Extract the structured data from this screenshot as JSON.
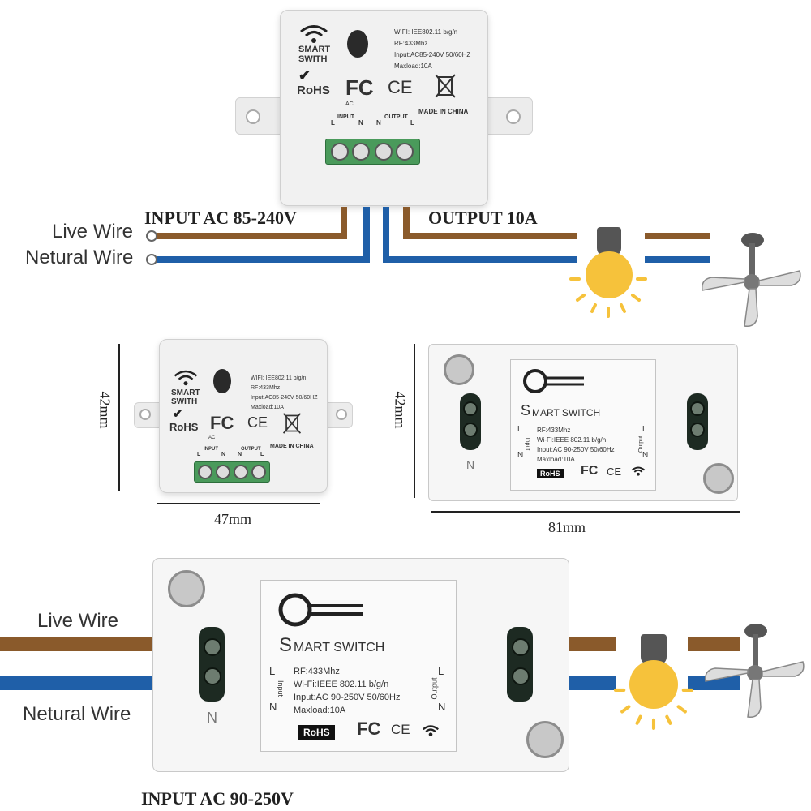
{
  "top": {
    "device": {
      "brand_line1": "SMART",
      "brand_line2": "SWITH",
      "spec1": "WIFI: IEE802.11 b/g/n",
      "spec2": "RF:433Mhz",
      "spec3": "Input:AC85-240V 50/60HZ",
      "spec4": "Maxload:10A",
      "rohs": "RoHS",
      "fc": "FC",
      "ce": "CE",
      "ac": "AC",
      "input": "INPUT",
      "output": "OUTPUT",
      "L": "L",
      "N": "N",
      "made_in": "MADE IN CHINA"
    },
    "input_label": "INPUT AC 85-240V",
    "output_label": "OUTPUT 10A",
    "live_wire": "Live Wire",
    "neutral_wire": "Netural Wire"
  },
  "middle": {
    "small": {
      "brand_line1": "SMART",
      "brand_line2": "SWITH",
      "spec1": "WIFI: IEE802.11 b/g/n",
      "spec2": "RF:433Mhz",
      "spec3": "Input:AC85-240V 50/60HZ",
      "spec4": "Maxload:10A",
      "rohs": "RoHS",
      "fc": "FC",
      "ce": "CE",
      "ac": "AC",
      "input": "INPUT",
      "output": "OUTPUT",
      "L": "L",
      "N": "N",
      "made_in": "MADE IN CHINA",
      "height": "42mm",
      "width": "47mm"
    },
    "large": {
      "title_s": "S",
      "title_rest": "MART SWITCH",
      "rf": "RF:433Mhz",
      "wifi": "Wi-Fi:IEEE 802.11 b/g/n",
      "input": "Input:AC 90-250V 50/60Hz",
      "maxload": "Maxload:10A",
      "rohs": "RoHS",
      "fc": "FC",
      "ce": "CE",
      "L": "L",
      "N": "N",
      "input_side": "Input",
      "output_side": "Output",
      "height": "42mm",
      "width": "81mm"
    }
  },
  "bottom": {
    "live_wire": "Live Wire",
    "neutral_wire": "Netural Wire",
    "title_s": "S",
    "title_rest": "MART SWITCH",
    "rf": "RF:433Mhz",
    "wifi": "Wi-Fi:IEEE 802.11 b/g/n",
    "input": "Input:AC 90-250V 50/60Hz",
    "maxload": "Maxload:10A",
    "rohs": "RoHS",
    "fc": "FC",
    "ce": "CE",
    "L": "L",
    "N": "N",
    "input_side": "Input",
    "output_side": "Output",
    "input_label": "INPUT AC 90-250V"
  },
  "colors": {
    "live": "#8a5a2b",
    "neutral": "#1f5fa8",
    "bulb": "#f6c23b"
  }
}
